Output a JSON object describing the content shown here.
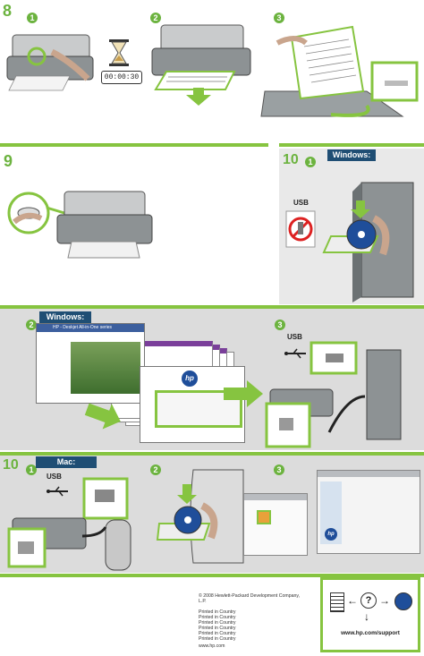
{
  "steps": {
    "s8": "8",
    "s9": "9",
    "s10a": "10",
    "s10b": "10",
    "sub1": "1",
    "sub2": "2",
    "sub3": "3",
    "sub1b": "1",
    "sub2b": "2",
    "sub3b": "3",
    "sub1c": "1",
    "sub2c": "2",
    "sub3c": "3"
  },
  "timer": "00:00:30",
  "labels": {
    "windows_top": "Windows:",
    "windows_mid": "Windows:",
    "mac": "Mac:",
    "usb1": "USB",
    "usb2": "USB",
    "usb3": "USB"
  },
  "screens": {
    "hp_title": "HP - Deskjet All-in-One series",
    "hp_logo": "hp"
  },
  "footer": {
    "copyright": "© 2008 Hewlett-Packard Development Company, L.P.",
    "printed": [
      "Printed in Country",
      "Printed in Country",
      "Printed in Country",
      "Printed in Country",
      "Printed in Country",
      "Printed in Country"
    ],
    "url_left": "www.hp.com",
    "url_support": "www.hp.com/support",
    "q": "?"
  },
  "colors": {
    "green": "#86c440",
    "navy": "#1f4e74",
    "panel_gray": "#dcdcdc"
  }
}
